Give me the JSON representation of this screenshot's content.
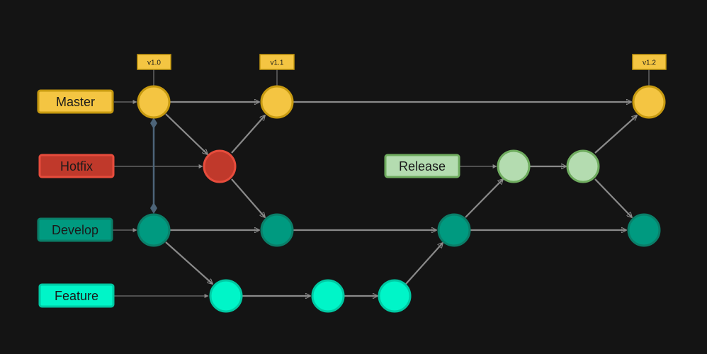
{
  "branches": {
    "master": {
      "label": "Master",
      "fill": "#f4c542",
      "stroke": "#c79a10"
    },
    "hotfix": {
      "label": "Hotfix",
      "fill": "#c0392b",
      "stroke": "#e74c3c"
    },
    "release": {
      "label": "Release",
      "fill": "#b4dcb0",
      "stroke": "#6fac5f"
    },
    "develop": {
      "label": "Develop",
      "fill": "#009a80",
      "stroke": "#0a7f69"
    },
    "feature": {
      "label": "Feature",
      "fill": "#00f5c8",
      "stroke": "#00c9a3"
    }
  },
  "tags": [
    "v1.0",
    "v1.1",
    "v1.2"
  ],
  "colors": {
    "background": "#141414",
    "edge": "#8a8a8a",
    "connector": "#4d6478"
  }
}
